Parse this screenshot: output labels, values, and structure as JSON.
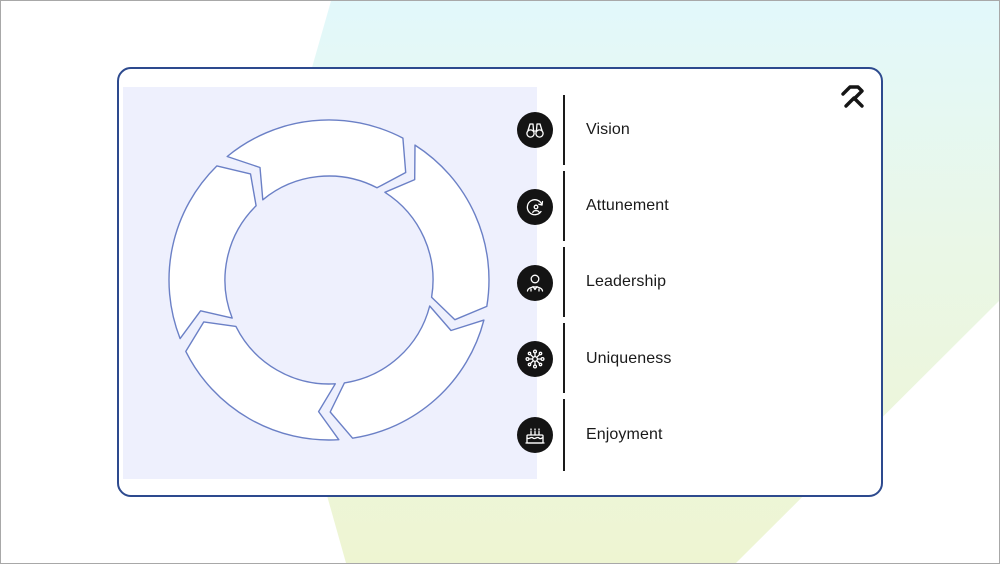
{
  "colors": {
    "card_border": "#2d4a8e",
    "diagram_bg": "#eef0fd",
    "segment_stroke": "#6b80c6",
    "icon_bg": "#141414",
    "bg_cyan": "#e2f7f9",
    "bg_lime": "#eef5d4"
  },
  "diagram": {
    "segment_count": 5
  },
  "items": [
    {
      "label": "Vision",
      "icon": "binoculars-icon"
    },
    {
      "label": "Attunement",
      "icon": "cycle-person-icon"
    },
    {
      "label": "Leadership",
      "icon": "leader-person-icon"
    },
    {
      "label": "Uniqueness",
      "icon": "network-icon"
    },
    {
      "label": "Enjoyment",
      "icon": "cake-icon"
    }
  ]
}
